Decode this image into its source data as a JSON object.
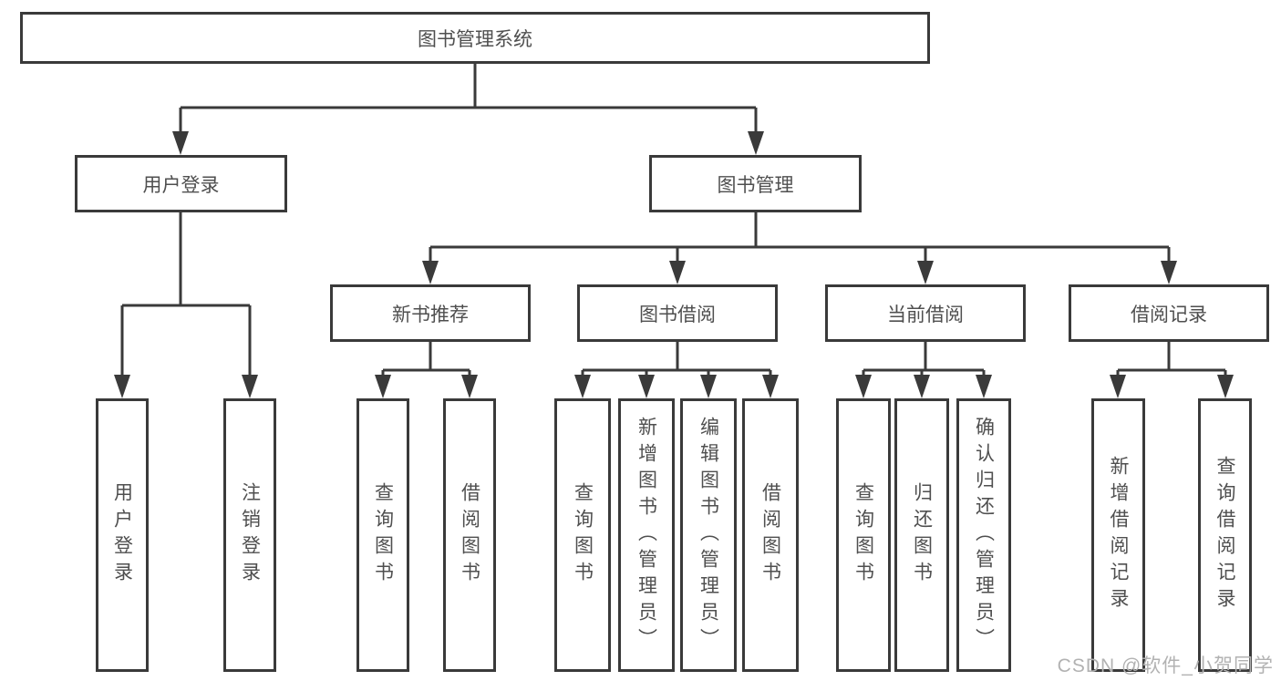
{
  "diagram": {
    "root": {
      "label": "图书管理系统"
    },
    "level2": [
      {
        "label": "用户登录"
      },
      {
        "label": "图书管理"
      }
    ],
    "level3": [
      {
        "label": "新书推荐"
      },
      {
        "label": "图书借阅"
      },
      {
        "label": "当前借阅"
      },
      {
        "label": "借阅记录"
      }
    ],
    "leaves": {
      "user_login": [
        {
          "label": "用户登录"
        },
        {
          "label": "注销登录"
        }
      ],
      "new_books": [
        {
          "label": "查询图书"
        },
        {
          "label": "借阅图书"
        }
      ],
      "book_borrow": [
        {
          "label": "查询图书"
        },
        {
          "label": "新增图书（管理员）"
        },
        {
          "label": "编辑图书（管理员）"
        },
        {
          "label": "借阅图书"
        }
      ],
      "current_borrow": [
        {
          "label": "查询图书"
        },
        {
          "label": "归还图书"
        },
        {
          "label": "确认归还（管理员）"
        }
      ],
      "borrow_records": [
        {
          "label": "新增借阅记录"
        },
        {
          "label": "查询借阅记录"
        }
      ]
    },
    "watermark": "CSDN @软件_小贺同学",
    "colors": {
      "line": "#3a3a3a",
      "text": "#4f4f4f",
      "watermark": "#b2b2b2",
      "background": "#ffffff"
    }
  }
}
